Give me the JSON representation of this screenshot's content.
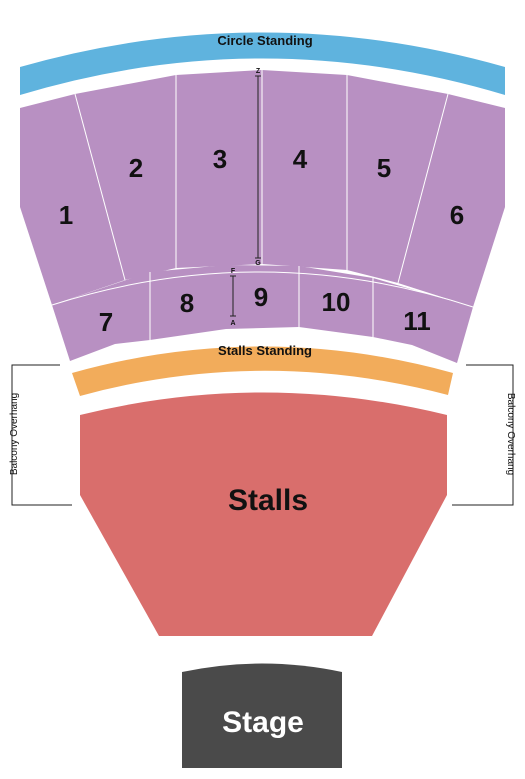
{
  "colors": {
    "circle_standing": "#5fb3de",
    "circle_sections": "#b890c2",
    "stalls_standing": "#f2ac5b",
    "stalls": "#d96e6c",
    "stage": "#4a4a4a",
    "divider": "#ffffff"
  },
  "bands": {
    "circle_standing": "Circle Standing",
    "stalls_standing": "Stalls Standing"
  },
  "sections": {
    "s1": "1",
    "s2": "2",
    "s3": "3",
    "s4": "4",
    "s5": "5",
    "s6": "6",
    "s7": "7",
    "s8": "8",
    "s9": "9",
    "s10": "10",
    "s11": "11"
  },
  "rows": {
    "top": "Z",
    "bottom": "G",
    "lower_top": "F",
    "lower_bottom": "A"
  },
  "stalls": "Stalls",
  "stage": "Stage",
  "overhang": {
    "left": "Balcony Overhang",
    "right": "Balcony Overhang"
  }
}
